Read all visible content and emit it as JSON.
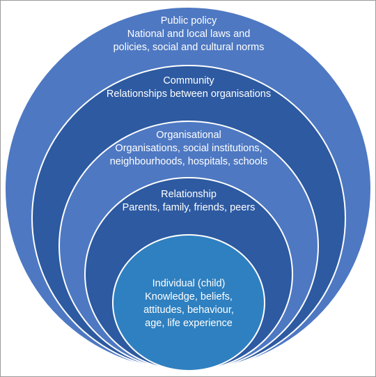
{
  "colors": {
    "public_policy": "#4e78c2",
    "community": "#2d5aa1",
    "organisational": "#4e78c2",
    "relationship": "#2d5aa1",
    "individual": "#2f80c0"
  },
  "layers": {
    "public_policy": {
      "title": "Public policy",
      "lines": [
        "National and local laws and",
        "policies, social and cultural norms"
      ]
    },
    "community": {
      "title": "Community",
      "lines": [
        "Relationships between organisations"
      ]
    },
    "organisational": {
      "title": "Organisational",
      "lines": [
        "Organisations, social institutions,",
        "neighbourhoods, hospitals, schools"
      ]
    },
    "relationship": {
      "title": "Relationship",
      "lines": [
        "Parents, family, friends, peers"
      ]
    },
    "individual": {
      "title": "Individual (child)",
      "lines": [
        "Knowledge, beliefs,",
        "attitudes, behaviour,",
        "age, life experience"
      ]
    }
  }
}
